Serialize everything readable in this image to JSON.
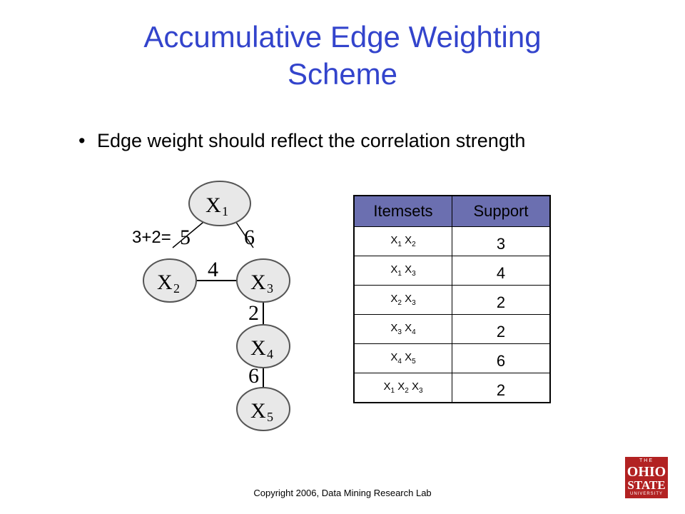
{
  "slide": {
    "title_line1": "Accumulative Edge Weighting",
    "title_line2": "Scheme",
    "bullet": "Edge weight should reflect the correlation strength",
    "footer": "Copyright 2006, Data Mining Research Lab"
  },
  "graph": {
    "nodes": [
      {
        "letter": "X",
        "sub": "1"
      },
      {
        "letter": "X",
        "sub": "2"
      },
      {
        "letter": "X",
        "sub": "3"
      },
      {
        "letter": "X",
        "sub": "4"
      },
      {
        "letter": "X",
        "sub": "5"
      }
    ],
    "edges": [
      {
        "from": "X1",
        "to": "X2",
        "weight": "5"
      },
      {
        "from": "X1",
        "to": "X3",
        "weight": "6"
      },
      {
        "from": "X2",
        "to": "X3",
        "weight": "4"
      },
      {
        "from": "X3",
        "to": "X4",
        "weight": "2"
      },
      {
        "from": "X4",
        "to": "X5",
        "weight": "6"
      }
    ],
    "edge_prefix": "3+2="
  },
  "table": {
    "headers": [
      "Itemsets",
      "Support"
    ],
    "header_color": "#6b6fb0",
    "rows": [
      {
        "items": [
          {
            "x": "X",
            "s": "1"
          },
          {
            "x": "X",
            "s": "2"
          }
        ],
        "support": "3"
      },
      {
        "items": [
          {
            "x": "X",
            "s": "1"
          },
          {
            "x": "X",
            "s": "3"
          }
        ],
        "support": "4"
      },
      {
        "items": [
          {
            "x": "X",
            "s": "2"
          },
          {
            "x": "X",
            "s": "3"
          }
        ],
        "support": "2"
      },
      {
        "items": [
          {
            "x": "X",
            "s": "3"
          },
          {
            "x": "X",
            "s": "4"
          }
        ],
        "support": "2"
      },
      {
        "items": [
          {
            "x": "X",
            "s": "4"
          },
          {
            "x": "X",
            "s": "5"
          }
        ],
        "support": "6"
      },
      {
        "items": [
          {
            "x": "X",
            "s": "1"
          },
          {
            "x": "X",
            "s": "2"
          },
          {
            "x": "X",
            "s": "3"
          }
        ],
        "support": "2"
      }
    ]
  },
  "logo": {
    "line1": "THE",
    "line2": "OHIO",
    "line3": "STATE",
    "line4": "UNIVERSITY",
    "color": "#b22222"
  },
  "colors": {
    "title": "#3344cc"
  }
}
